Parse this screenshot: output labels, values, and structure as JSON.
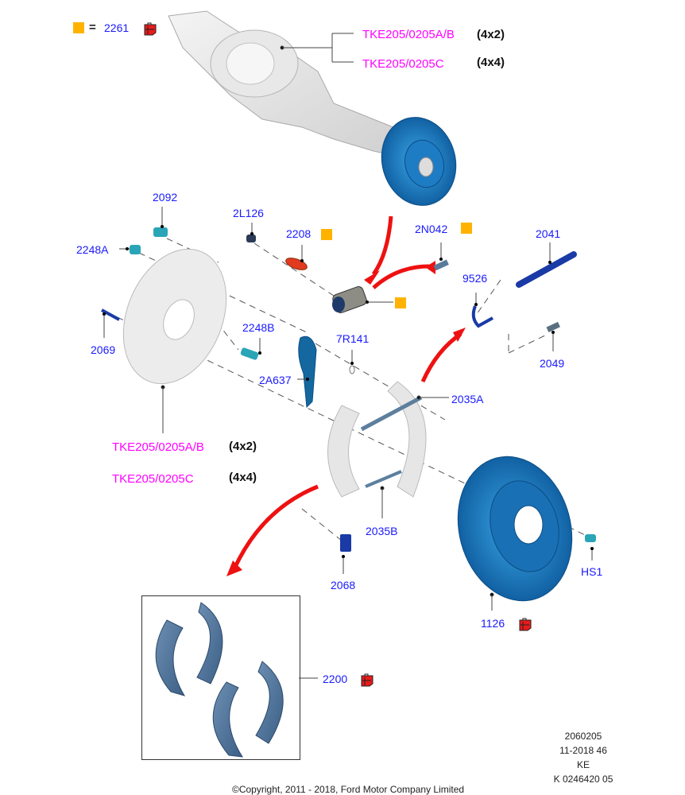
{
  "legend": {
    "symbol_label": "=",
    "part": "2261",
    "kit_icon": "parts-kit-icon"
  },
  "colors": {
    "part_label": "#1a1aff",
    "reference": "#ff00ff",
    "variant": "#111111",
    "note_square": "#ffb300",
    "arrow": "#ee1111",
    "drum": "#1a6fb5"
  },
  "top_refs": [
    {
      "code": "TKE205/0205A/B",
      "variant": "(4x2)"
    },
    {
      "code": "TKE205/0205C",
      "variant": "(4x4)"
    }
  ],
  "mid_refs": [
    {
      "code": "TKE205/0205A/B",
      "variant": "(4x2)"
    },
    {
      "code": "TKE205/0205C",
      "variant": "(4x4)"
    }
  ],
  "parts": {
    "p2092": "2092",
    "p2248A": "2248A",
    "p2L126": "2L126",
    "p2208": "2208",
    "p2N042": "2N042",
    "p2041": "2041",
    "p9526": "9526",
    "p2069": "2069",
    "p2248B": "2248B",
    "p7R141": "7R141",
    "p2A637": "2A637",
    "p2049": "2049",
    "p2035A": "2035A",
    "p2035B": "2035B",
    "p2068": "2068",
    "pHS1": "HS1",
    "p1126": "1126",
    "p2200": "2200"
  },
  "meta": {
    "line1": "2060205",
    "line2": "11-2018 46",
    "line3": "KE",
    "line4": "K 0246420 05"
  },
  "copyright": "©Copyright, 2011 - 2018, Ford Motor Company Limited"
}
